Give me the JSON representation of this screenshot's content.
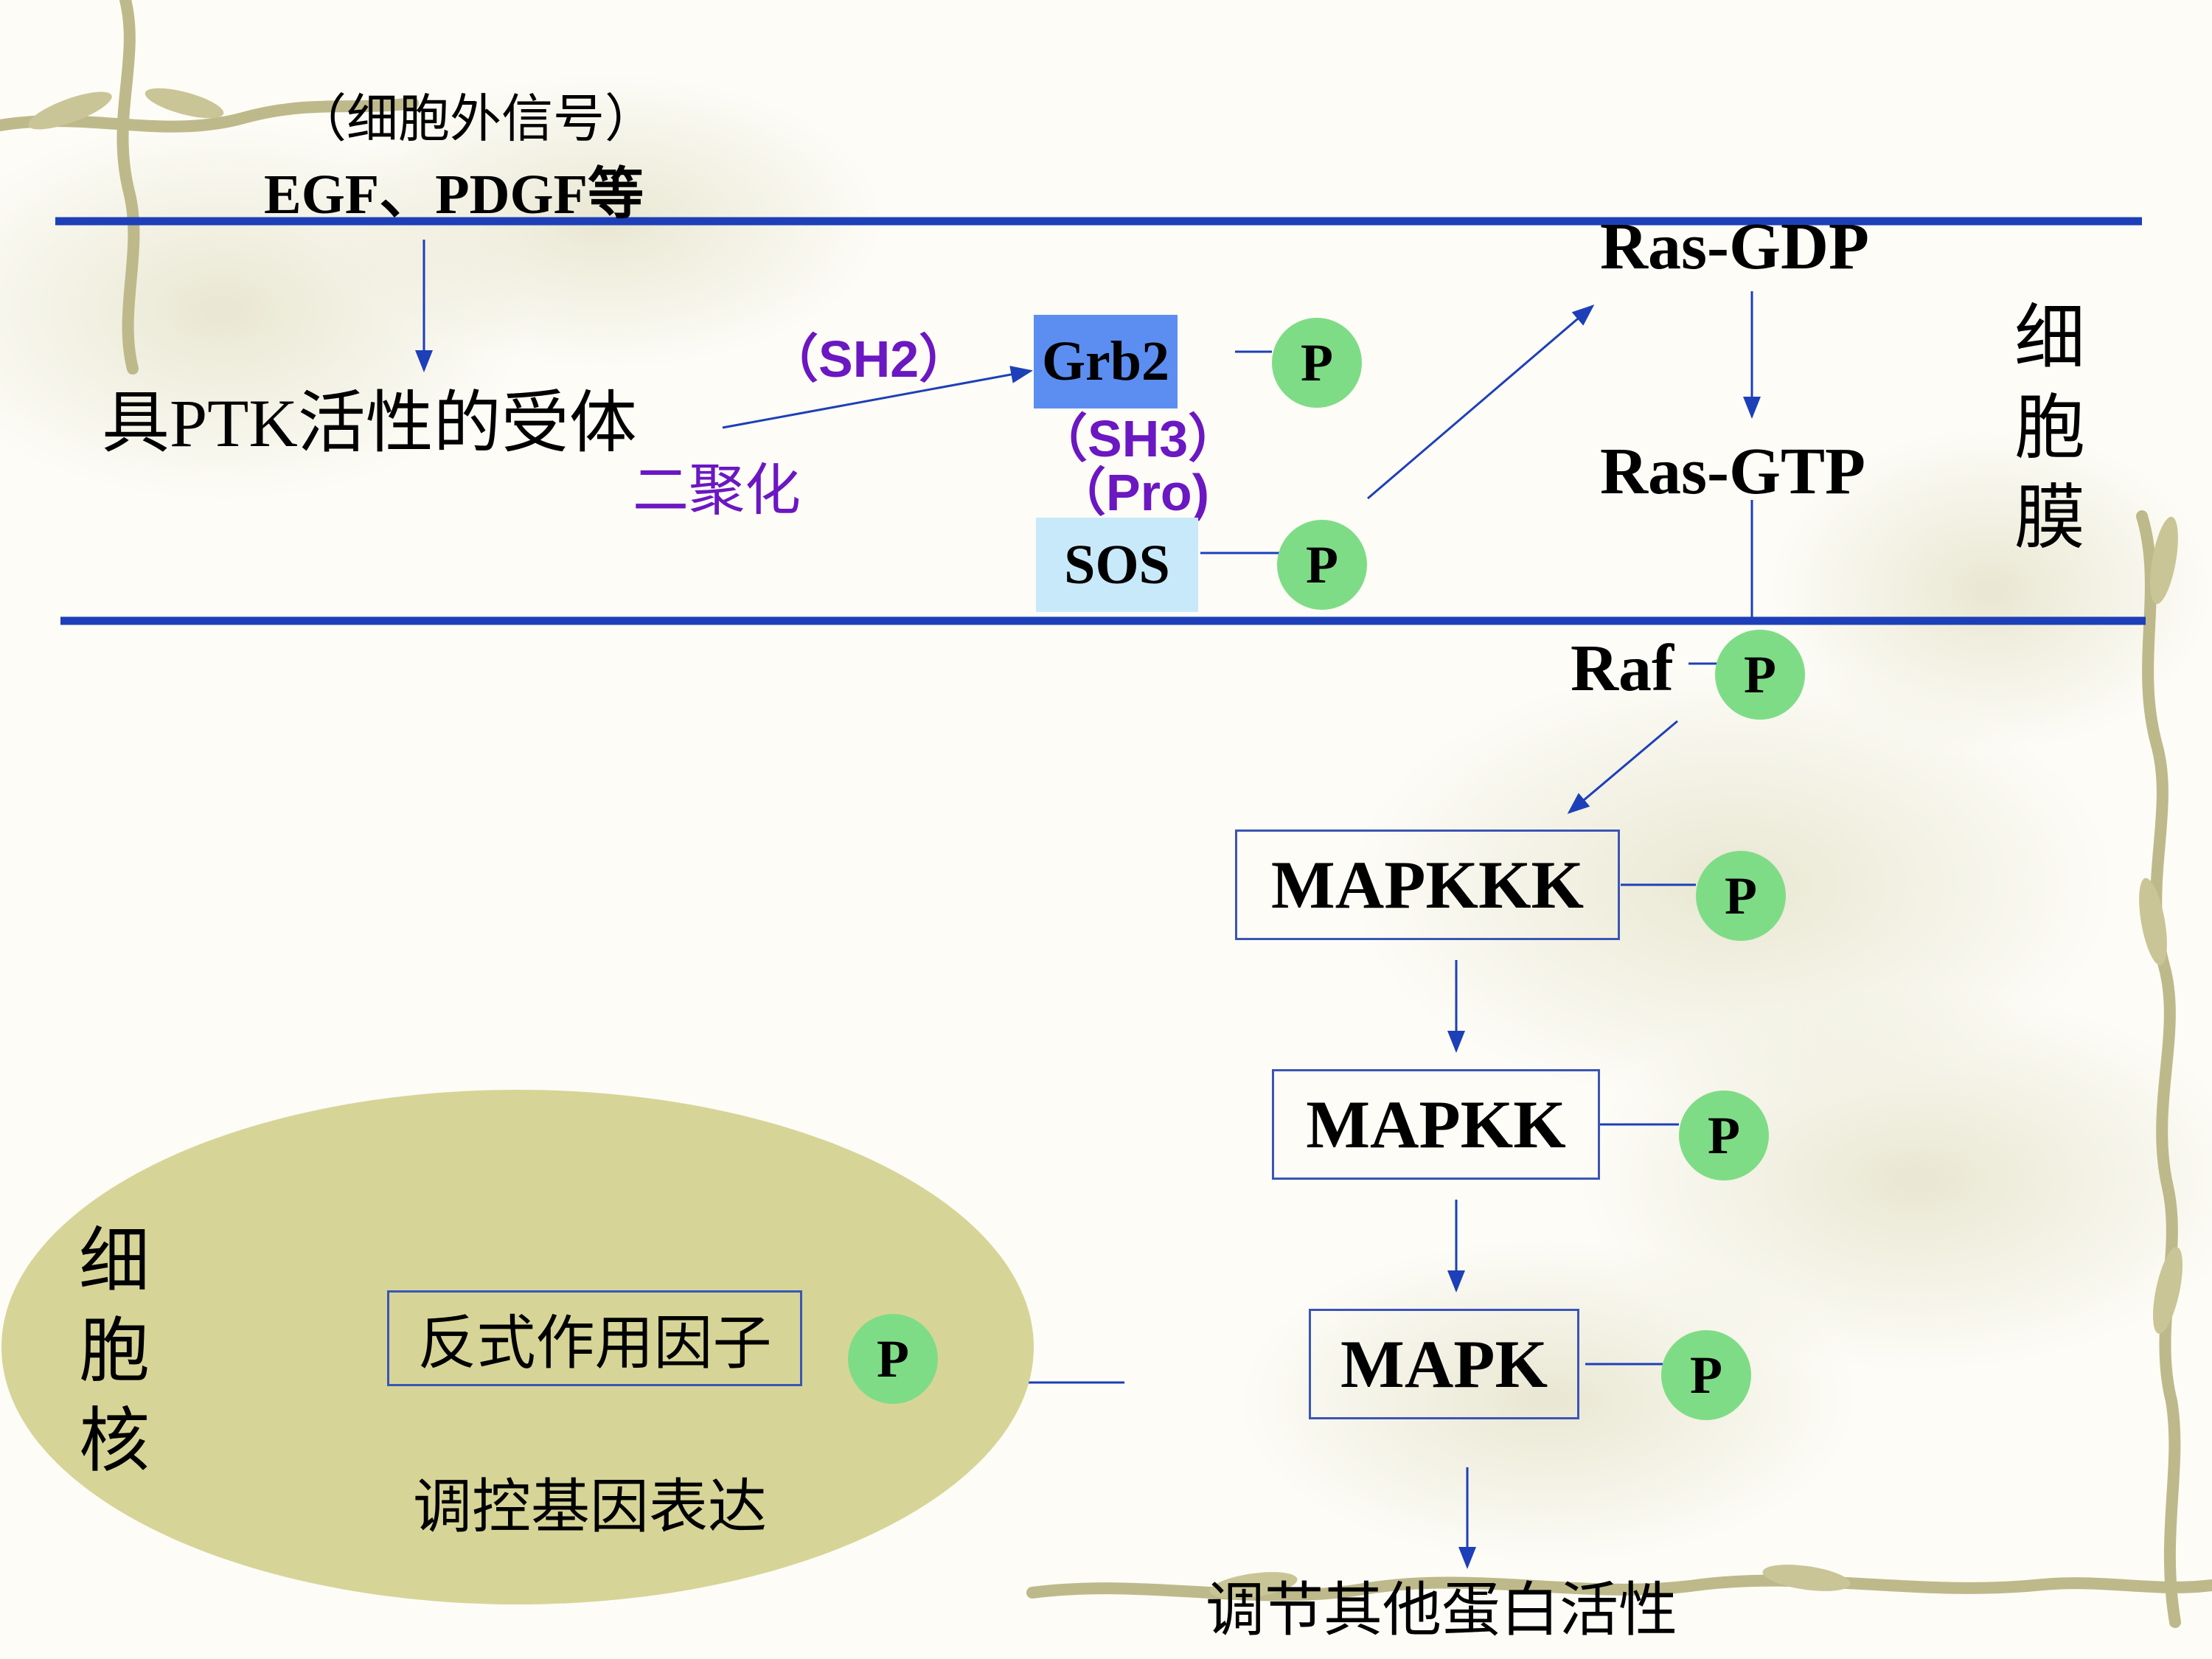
{
  "signal": {
    "line1": "（细胞外信号）",
    "line2": "EGF、PDGF等"
  },
  "receptor": {
    "label": "具PTK活性的受体",
    "dimerization": "二聚化"
  },
  "domains": {
    "sh2": "（SH2）",
    "sh3": "（SH3）",
    "pro": "（Pro)"
  },
  "proteins": {
    "grb2": "Grb2",
    "sos": "SOS",
    "ras_gdp": "Ras-GDP",
    "ras_gtp": "Ras-GTP",
    "raf": "Raf",
    "mapkkk": "MAPKKK",
    "mapkk": "MAPKK",
    "mapk": "MAPK",
    "trans_factor": "反式作用因子"
  },
  "phosphate": "P",
  "membrane_label": [
    "细",
    "胞",
    "膜"
  ],
  "nucleus_label": [
    "细",
    "胞",
    "核"
  ],
  "outputs": {
    "gene_expression": "调控基因表达",
    "other_proteins": "调节其他蛋白活性"
  },
  "colors": {
    "membrane_line": "#1d3fb8",
    "arrow": "#1d3fb8",
    "grb2_fill": "#5b8ef0",
    "sos_fill": "#c8e9fa",
    "phosphate_fill": "#7fdc86",
    "nucleus_fill": "#d6d597",
    "purple_text": "#6b17c2"
  }
}
